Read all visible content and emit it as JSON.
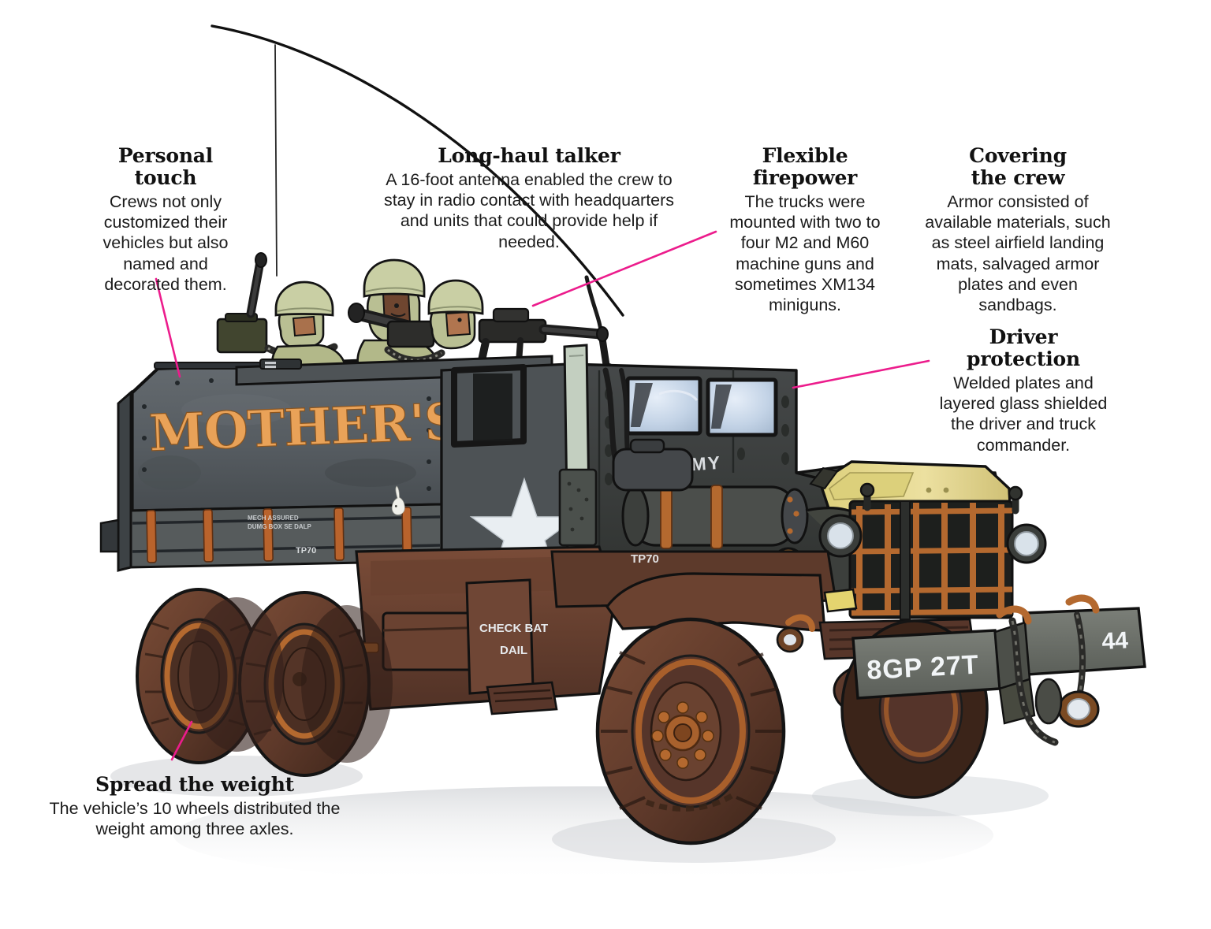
{
  "graphic": {
    "subject": "Armored U.S. Army M54 gun truck",
    "background_color": "#ffffff",
    "leader_line_color": "#ec1c8c",
    "accent_colors": {
      "armor_gray": "#585e63",
      "cab_dark": "#3b3f3c",
      "hood_yellow": "#e6d884",
      "rust_brown": "#6b4130",
      "tire_brown": "#6e4432",
      "rim_orange": "#b4642e",
      "nose_art_orange": "#e8a057",
      "star_white": "#e9eef2",
      "helmet_green": "#c9cfa4",
      "glass_blue": "#c8d6e8"
    }
  },
  "callouts": [
    {
      "id": "personal-touch",
      "title": "Personal\ntouch",
      "title_line1": "Personal",
      "title_line2": "touch",
      "body": "Crews not only customized their vehicles but also named and decorated them."
    },
    {
      "id": "long-haul-talker",
      "title": "Long-haul talker",
      "body": "A 16-foot antenna enabled the crew to stay in radio contact with headquarters and units that could provide help if needed."
    },
    {
      "id": "flexible-firepower",
      "title_line1": "Flexible",
      "title_line2": "firepower",
      "body": "The trucks were mounted with two to four M2 and M60 machine guns and sometimes XM134 miniguns."
    },
    {
      "id": "covering-the-crew",
      "title_line1": "Covering",
      "title_line2": "the crew",
      "body": "Armor consisted of available materials, such as steel airfield landing mats, salvaged armor plates and even sandbags."
    },
    {
      "id": "driver-protection",
      "title_line1": "Driver",
      "title_line2": "protection",
      "body": "Welded plates and layered glass shielded the driver and truck commander."
    },
    {
      "id": "spread-the-weight",
      "title": "Spread the weight",
      "body": "The vehicle’s 10 wheels distributed the weight among three axles."
    }
  ],
  "vehicle_markings": {
    "nose_art": "MOTHER'S WORRY",
    "hood_branch": "ARMY",
    "bumper_left": "8GP 27T",
    "bumper_right": "44",
    "bed_stencil": "TP70",
    "frame_stencil": "TP70",
    "cab_door_line1": "CHECK BAT",
    "cab_door_line2": "DAIL",
    "bed_small_stencil_line1": "MECH ASSURED",
    "bed_small_stencil_line2": "DUMG BOX SE DALP",
    "bunny_emblem": "playboy-bunny",
    "star_insignia": "white-star"
  }
}
